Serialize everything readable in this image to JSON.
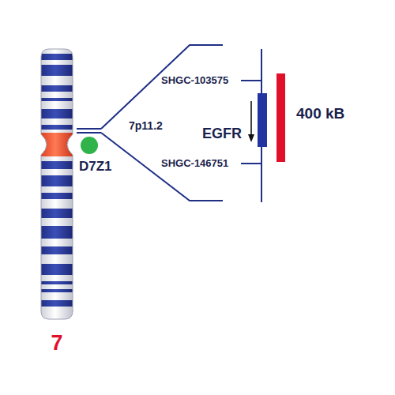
{
  "diagram": {
    "labels": [
      "SHGC-103575",
      "7p11.2",
      "EGFR",
      "400 kB",
      "SHGC-146751",
      "D7Z1",
      "7"
    ]
  }
}
